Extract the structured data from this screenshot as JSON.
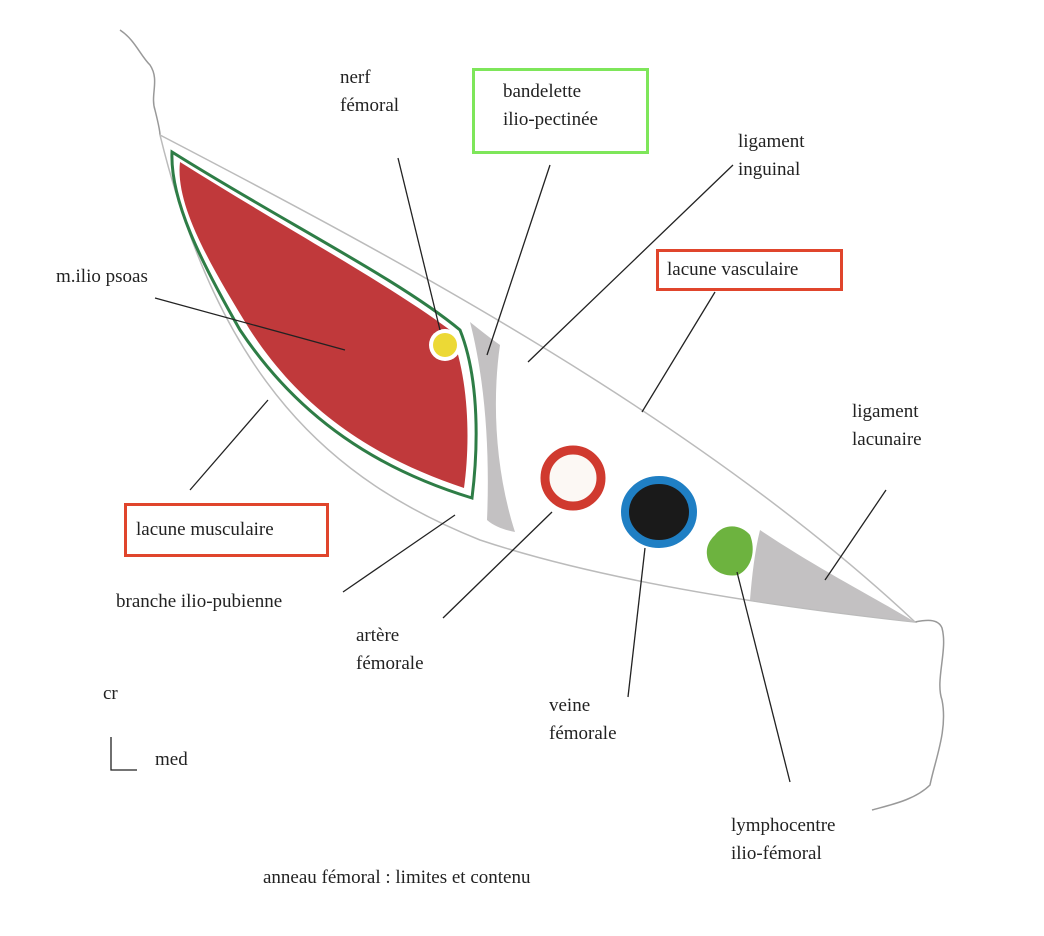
{
  "caption": "anneau fémoral : limites et contenu",
  "orientation": {
    "cranial": "cr",
    "medial": "med"
  },
  "labels": {
    "nerf_femoral": [
      "nerf",
      "fémoral"
    ],
    "bandelette": [
      "bandelette",
      "ilio-pectinée"
    ],
    "ligament_inguinal": [
      "ligament",
      "inguinal"
    ],
    "lacune_vasculaire": "lacune vasculaire",
    "ilio_psoas": "m.ilio psoas",
    "ligament_lacunaire": [
      "ligament",
      "lacunaire"
    ],
    "lacune_musculaire": "lacune musculaire",
    "branche": "branche ilio-pubienne",
    "artere": [
      "artère",
      "fémorale"
    ],
    "veine": [
      "veine",
      "fémorale"
    ],
    "lymphocentre": [
      "lymphocentre",
      "ilio-fémoral"
    ]
  },
  "colors": {
    "muscle": "#c0393b",
    "muscle_outline": "#2e7d46",
    "nerve": "#ecd935",
    "artery": "#d03a2f",
    "vein_ring": "#1f7fc4",
    "vein_fill": "#1a1a1a",
    "lymph": "#6db33f",
    "ligament_gray": "#c3c1c2",
    "box_green": "#7ee65a",
    "box_red": "#e0452c"
  }
}
